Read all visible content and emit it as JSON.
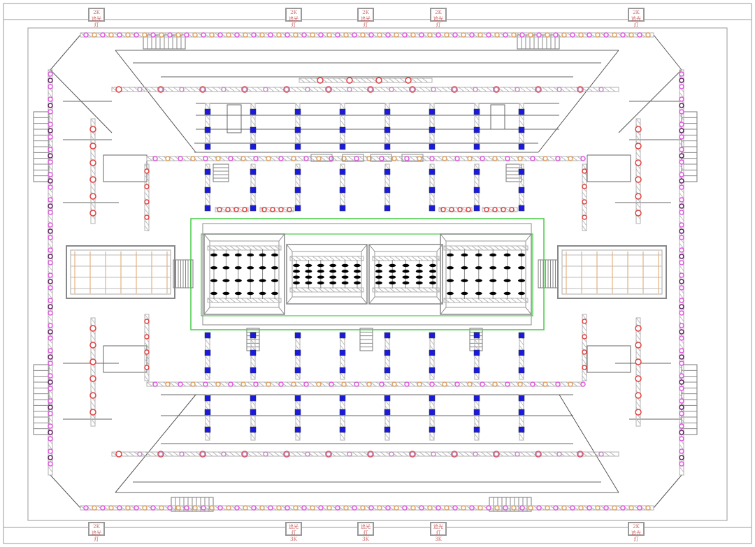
{
  "title": "Stage lighting truss plan",
  "top_labels": [
    {
      "line1": "2K",
      "line2": "追光灯"
    },
    {
      "line1": "2K",
      "line2": "追光灯"
    },
    {
      "line1": "2K",
      "line2": "追光灯"
    },
    {
      "line1": "2K",
      "line2": "追光灯"
    },
    {
      "line1": "2K",
      "line2": "追光灯"
    }
  ],
  "bottom_labels": [
    {
      "line1": "2K",
      "line2": "追光灯"
    },
    {
      "line1": "追光灯",
      "line2": "3K"
    },
    {
      "line1": "追光灯",
      "line2": "3K"
    },
    {
      "line1": "追光灯",
      "line2": "3K"
    },
    {
      "line1": "2K",
      "line2": "追光灯"
    }
  ],
  "colors": {
    "truss": "#b0b0b0",
    "stage_outline": "#44cc44",
    "moving_head": "#1a1adf",
    "fixture_pink": "#e055e0",
    "fixture_red": "#e04040",
    "fixture_orange": "#e0a060",
    "par": "#000000"
  }
}
